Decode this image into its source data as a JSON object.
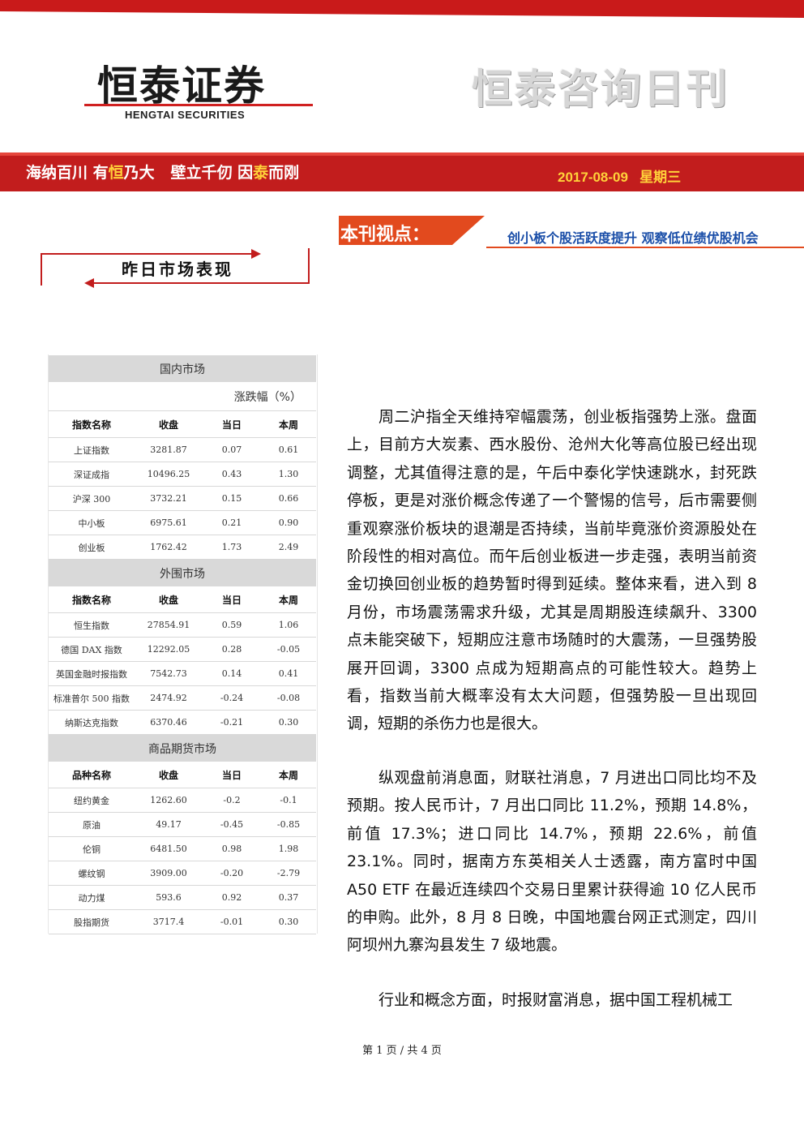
{
  "header": {
    "logo_cn": "恒泰证券",
    "logo_en": "HENGTAI SECURITIES",
    "masthead": "恒泰咨询日刊",
    "slogan_1": "海纳百川 有",
    "slogan_hl_1": "恒",
    "slogan_2": "乃大   壁立千仞 因",
    "slogan_hl_2": "泰",
    "slogan_3": "而刚",
    "date": "2017-08-09",
    "weekday": "星期三"
  },
  "viewpoint": {
    "label": "本刊视点：",
    "headline": "创小板个股活跃度提升 观察低位绩优股机会"
  },
  "market_section_title": "昨日市场表现",
  "table": {
    "domestic": {
      "title": "国内市场",
      "unit": "涨跌幅（%）",
      "headers": [
        "指数名称",
        "收盘",
        "当日",
        "本周"
      ],
      "rows": [
        [
          "上证指数",
          "3281.87",
          "0.07",
          "0.61"
        ],
        [
          "深证成指",
          "10496.25",
          "0.43",
          "1.30"
        ],
        [
          "沪深 300",
          "3732.21",
          "0.15",
          "0.66"
        ],
        [
          "中小板",
          "6975.61",
          "0.21",
          "0.90"
        ],
        [
          "创业板",
          "1762.42",
          "1.73",
          "2.49"
        ]
      ]
    },
    "foreign": {
      "title": "外围市场",
      "headers": [
        "指数名称",
        "收盘",
        "当日",
        "本周"
      ],
      "rows": [
        [
          "恒生指数",
          "27854.91",
          "0.59",
          "1.06"
        ],
        [
          "德国 DAX 指数",
          "12292.05",
          "0.28",
          "-0.05"
        ],
        [
          "英国金融时报指数",
          "7542.73",
          "0.14",
          "0.41"
        ],
        [
          "标准普尔 500 指数",
          "2474.92",
          "-0.24",
          "-0.08"
        ],
        [
          "纳斯达克指数",
          "6370.46",
          "-0.21",
          "0.30"
        ]
      ]
    },
    "futures": {
      "title": "商品期货市场",
      "headers": [
        "品种名称",
        "收盘",
        "当日",
        "本周"
      ],
      "rows": [
        [
          "纽约黄金",
          "1262.60",
          "-0.2",
          "-0.1"
        ],
        [
          "原油",
          "49.17",
          "-0.45",
          "-0.85"
        ],
        [
          "伦铜",
          "6481.50",
          "0.98",
          "1.98"
        ],
        [
          "螺纹钢",
          "3909.00",
          "-0.20",
          "-2.79"
        ],
        [
          "动力煤",
          "593.6",
          "0.92",
          "0.37"
        ],
        [
          "股指期货",
          "3717.4",
          "-0.01",
          "0.30"
        ]
      ]
    }
  },
  "body": {
    "p1": "周二沪指全天维持窄幅震荡，创业板指强势上涨。盘面上，目前方大炭素、西水股份、沧州大化等高位股已经出现调整，尤其值得注意的是，午后中泰化学快速跳水，封死跌停板，更是对涨价概念传递了一个警惕的信号，后市需要侧重观察涨价板块的退潮是否持续，当前毕竟涨价资源股处在阶段性的相对高位。而午后创业板进一步走强，表明当前资金切换回创业板的趋势暂时得到延续。整体来看，进入到 8 月份，市场震荡需求升级，尤其是周期股连续飙升、3300 点未能突破下，短期应注意市场随时的大震荡，一旦强势股展开回调，3300 点成为短期高点的可能性较大。趋势上看，指数当前大概率没有太大问题，但强势股一旦出现回调，短期的杀伤力也是很大。",
    "p2": "纵观盘前消息面，财联社消息，7 月进出口同比均不及预期。按人民币计，7 月出口同比 11.2%，预期 14.8%，前值 17.3%；进口同比 14.7%，预期 22.6%，前值 23.1%。同时，据南方东英相关人士透露，南方富时中国 A50 ETF 在最近连续四个交易日里累计获得逾 10 亿人民币的申购。此外，8 月 8 日晚，中国地震台网正式测定，四川阿坝州九寨沟县发生 7 级地震。",
    "p3": "行业和概念方面，时报财富消息，据中国工程机械工"
  },
  "footer": "第 1 页 / 共 4 页",
  "colors": {
    "brand_red": "#c21d1d",
    "accent_orange": "#e24a1e",
    "gold": "#ffd23a",
    "headline_blue": "#1a4ea8"
  }
}
